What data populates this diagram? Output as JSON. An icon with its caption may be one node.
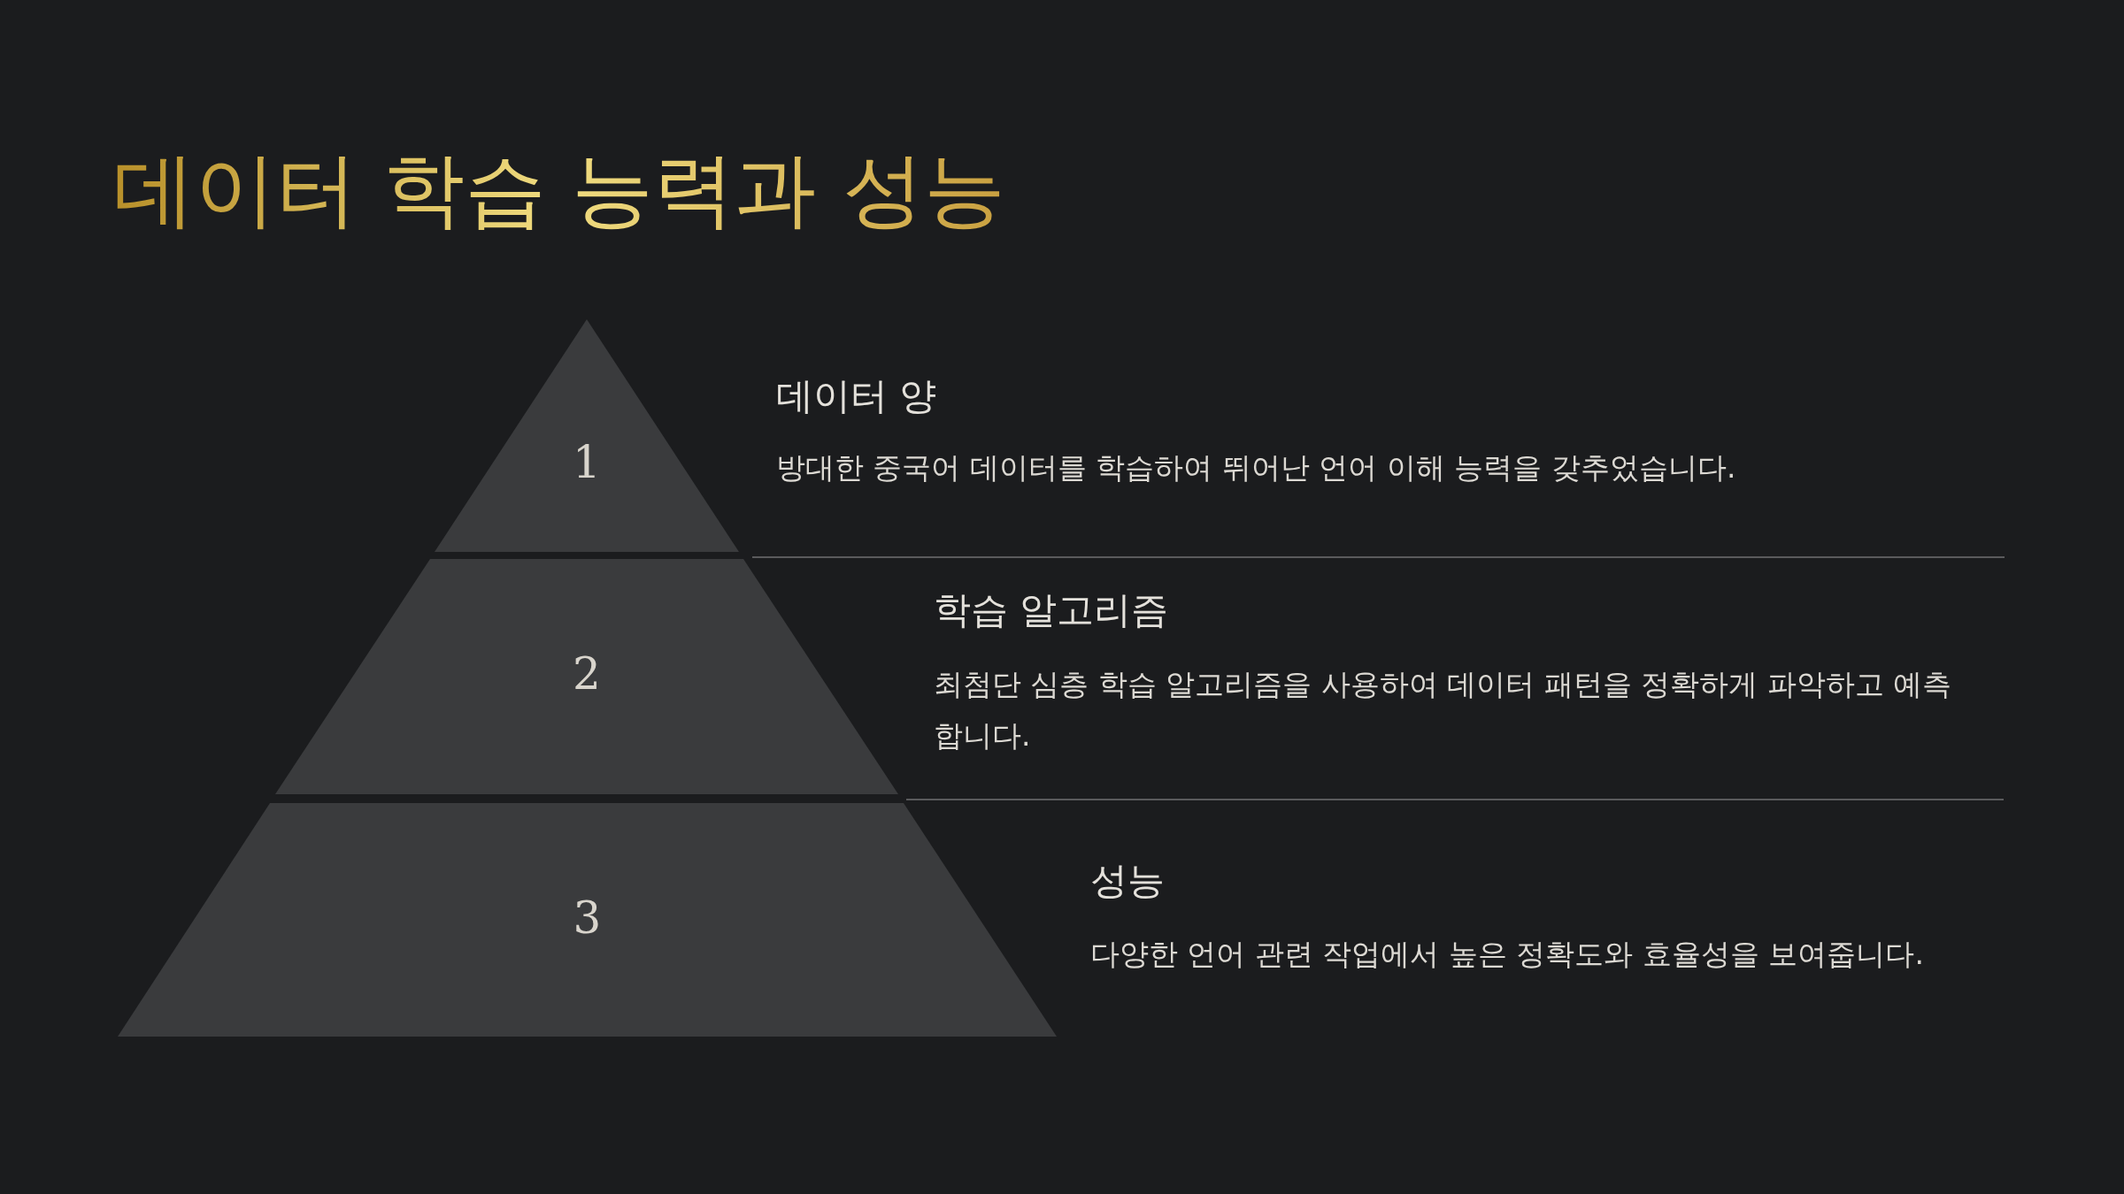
{
  "diagram": {
    "title": "데이터 학습 능력과 성능",
    "nodes": [
      {
        "text": [
          "1"
        ],
        "beside": [
          "데이터 양",
          "방대한 중국어 데이터를 학습하여 뛰어난 언어 이해 능력을 갖추었습니다."
        ]
      },
      {
        "text": [
          "2"
        ],
        "beside": [
          "학습 알고리즘",
          "최첨단 심층 학습 알고리즘을 사용하여 데이터 패턴을 정확하게 파악하고 예측합니다."
        ]
      },
      {
        "text": [
          "3"
        ],
        "beside": [
          "성능",
          "다양한 언어 관련 작업에서 높은 정확도와 효율성을 보여줍니다."
        ]
      }
    ],
    "edges": []
  }
}
